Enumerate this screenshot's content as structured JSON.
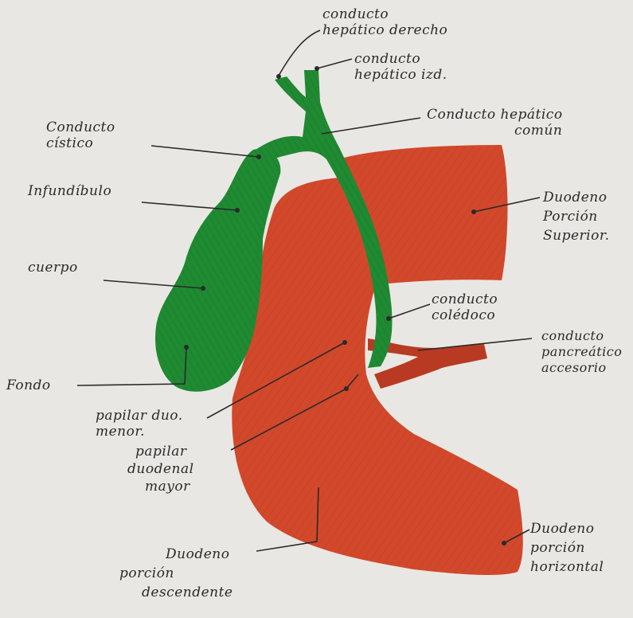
{
  "colors": {
    "paper": "#e9e7e3",
    "duodenum": "#d2482b",
    "duodenum_dark": "#b83a22",
    "biliary": "#1f8a32",
    "biliary_dark": "#146e25",
    "ink": "#2a2a2a"
  },
  "labels": {
    "hepatico_derecho": [
      "conducto",
      "hepático derecho"
    ],
    "hepatico_izq": [
      "conducto",
      "hepático izd."
    ],
    "hepatico_comun": [
      "Conducto hepático",
      "común"
    ],
    "cistico": [
      "Conducto",
      "cístico"
    ],
    "infundibulo": [
      "Infundíbulo"
    ],
    "cuerpo": [
      "cuerpo"
    ],
    "fondo": [
      "Fondo"
    ],
    "duodeno_superior": [
      "Duodeno",
      "Porción",
      "Superior."
    ],
    "coledoco": [
      "conducto",
      "colédoco"
    ],
    "pancreatico_accesorio": [
      "conducto",
      "pancreático",
      "accesorio"
    ],
    "papila_menor": [
      "papilar duo.",
      "menor."
    ],
    "papila_mayor": [
      "papilar",
      "duodenal",
      "mayor"
    ],
    "duodeno_descendente": [
      "Duodeno",
      "porción",
      "descendente"
    ],
    "duodeno_horizontal": [
      "Duodeno",
      "porción",
      "horizontal"
    ]
  }
}
